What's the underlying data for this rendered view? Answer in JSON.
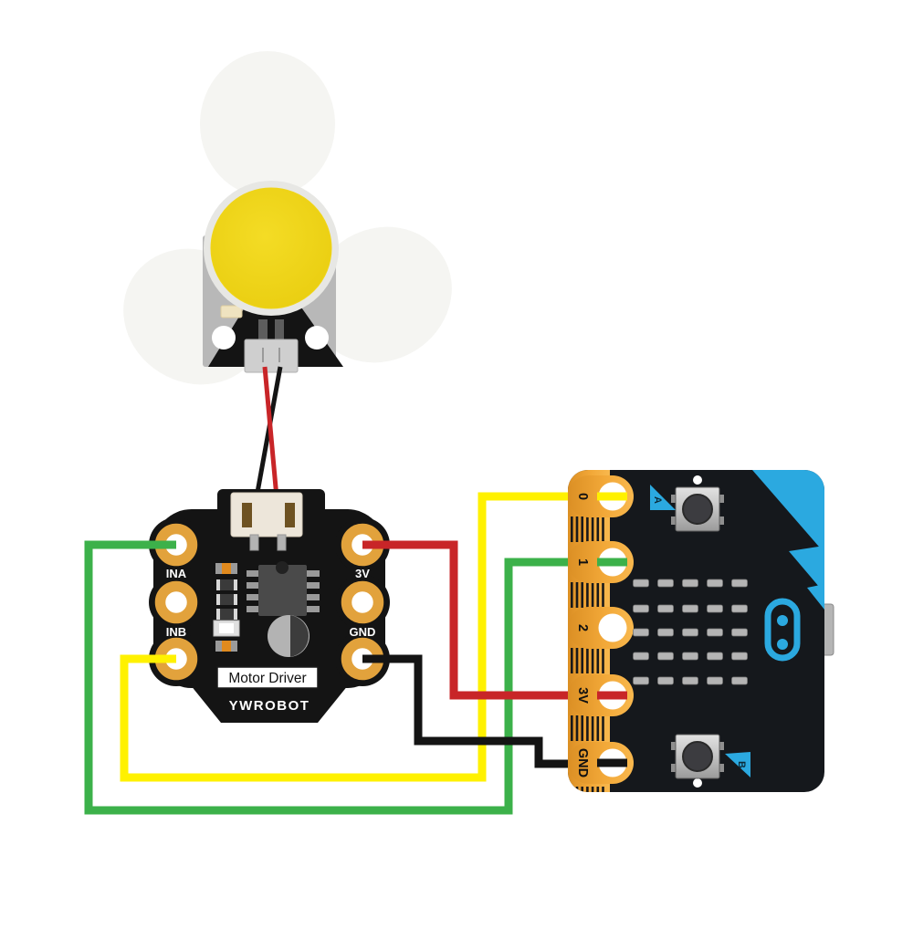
{
  "diagram": {
    "description": "Wiring diagram: fan motor module connected to YWROBOT Motor Driver connected to BBC micro:bit",
    "connections": [
      {
        "color": "yellow",
        "from": "micro:bit pin 0",
        "to": "motor driver INB"
      },
      {
        "color": "green",
        "from": "micro:bit pin 1",
        "to": "motor driver INA"
      },
      {
        "color": "red",
        "from": "motor driver 3V",
        "to": "micro:bit 3V"
      },
      {
        "color": "black",
        "from": "motor driver GND",
        "to": "micro:bit GND"
      },
      {
        "color": "red+black pair",
        "from": "fan motor",
        "to": "motor driver motor connector"
      }
    ]
  },
  "motor_driver": {
    "label": "Motor Driver",
    "brand": "YWROBOT",
    "pin_labels": {
      "ina": "INA",
      "inb": "INB",
      "v3": "3V",
      "gnd": "GND"
    }
  },
  "microbit": {
    "pins": [
      {
        "label": "0"
      },
      {
        "label": "1"
      },
      {
        "label": "2"
      },
      {
        "label": "3V"
      },
      {
        "label": "GND"
      }
    ],
    "buttons": {
      "a": "A",
      "b": "B"
    },
    "led_grid": {
      "rows": 5,
      "cols": 5
    }
  },
  "colors": {
    "wire_yellow": "#FFF100",
    "wire_green": "#3CB14A",
    "wire_red": "#C82528",
    "wire_black": "#141414",
    "microbit_blue": "#2BA9E0",
    "edge_gold": "#F0A436",
    "pad_gold": "#E2A23C",
    "fan_hub_yellow": "#F0D518"
  }
}
